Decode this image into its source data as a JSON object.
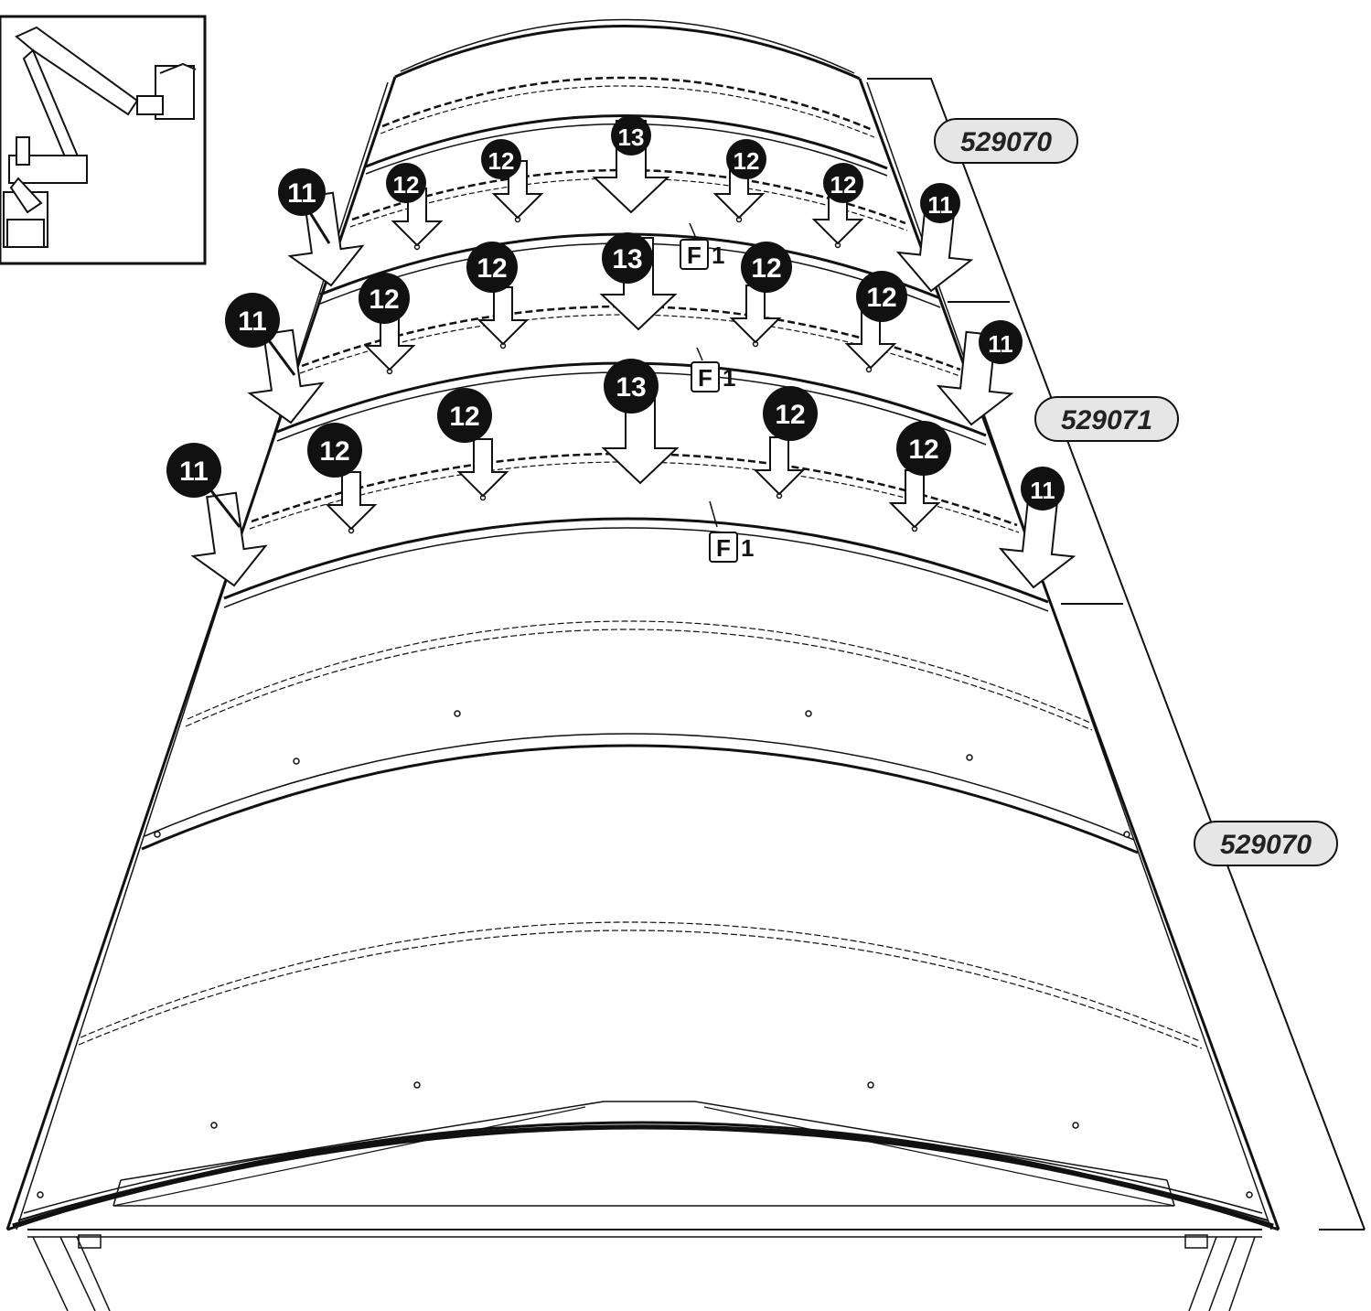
{
  "part_labels": [
    "529070",
    "529071",
    "529070"
  ],
  "callouts": {
    "row1": [
      "11",
      "12",
      "12",
      "13",
      "12",
      "12",
      "11"
    ],
    "row2": [
      "11",
      "12",
      "12",
      "13",
      "12",
      "12",
      "11"
    ],
    "row3": [
      "11",
      "12",
      "12",
      "13",
      "12",
      "12",
      "11"
    ]
  },
  "fastener_refs": [
    {
      "letter": "F",
      "count": "1"
    },
    {
      "letter": "F",
      "count": "1"
    },
    {
      "letter": "F",
      "count": "1"
    }
  ]
}
